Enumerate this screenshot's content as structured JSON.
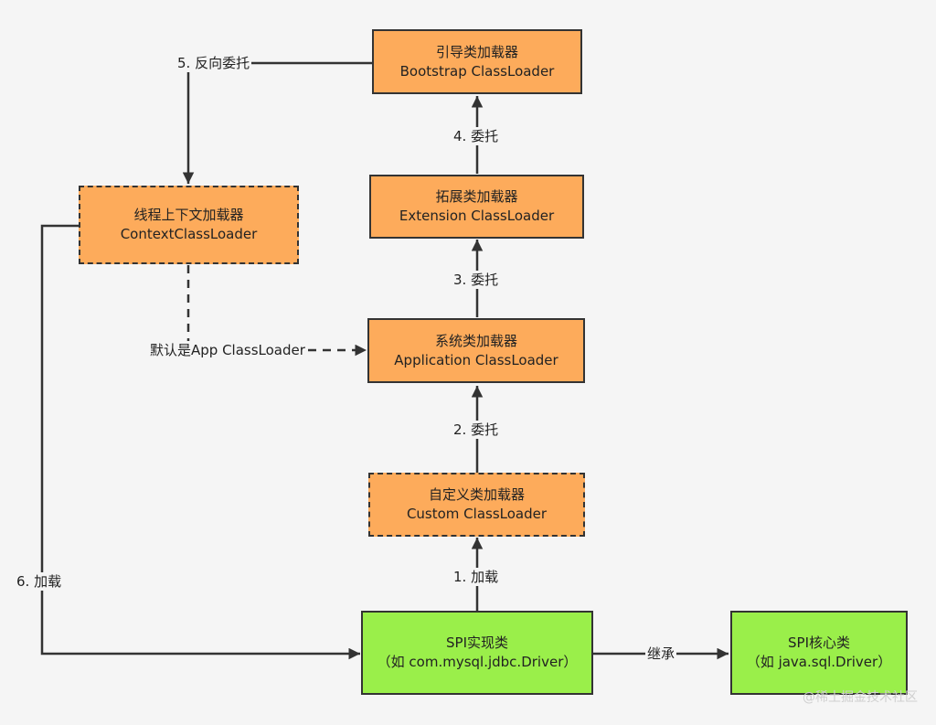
{
  "nodes": {
    "bootstrap": {
      "line1": "引导类加载器",
      "line2": "Bootstrap ClassLoader"
    },
    "extension": {
      "line1": "拓展类加载器",
      "line2": "Extension ClassLoader"
    },
    "application": {
      "line1": "系统类加载器",
      "line2": "Application ClassLoader"
    },
    "custom": {
      "line1": "自定义类加载器",
      "line2": "Custom ClassLoader"
    },
    "context": {
      "line1": "线程上下文加载器",
      "line2": "ContextClassLoader"
    },
    "spi_impl": {
      "line1": "SPI实现类",
      "line2": "（如 com.mysql.jdbc.Driver）"
    },
    "spi_core": {
      "line1": "SPI核心类",
      "line2": "（如 java.sql.Driver）"
    }
  },
  "edges": {
    "load": "1. 加载",
    "delegate2": "2. 委托",
    "delegate3": "3. 委托",
    "delegate4": "4. 委托",
    "reverse": "5. 反向委托",
    "load6": "6. 加载",
    "default": "默认是App ClassLoader",
    "inherit": "继承"
  },
  "watermark": "@稀土掘金技术社区",
  "colors": {
    "orange": "#fdab5b",
    "green": "#9aef4a",
    "line": "#333333"
  }
}
